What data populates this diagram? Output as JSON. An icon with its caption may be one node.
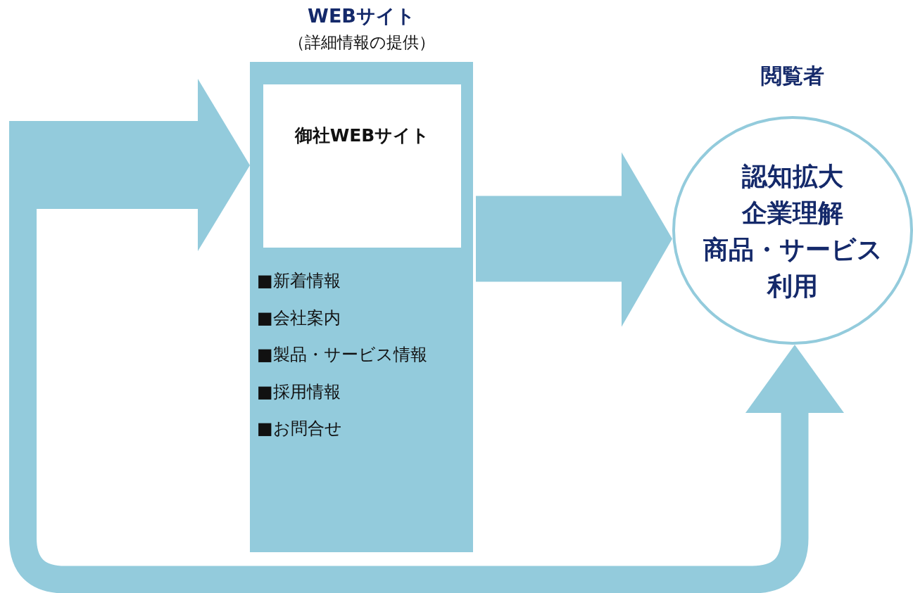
{
  "diagram": {
    "nodes": [
      {
        "text": [
          "WEBサイト",
          "（詳細情報の提供）",
          "■新着情報",
          "■会社案内",
          "■製品・サービス情報",
          "■採用情報",
          "■お問合せ"
        ]
      },
      {
        "text": [
          "御社WEBサイト"
        ],
        "in": 0
      },
      {
        "text": [
          "閲覧者",
          "認知拡大",
          "企業理解",
          "商品・サービス",
          "利用"
        ]
      }
    ],
    "edges": [
      {
        "from": 0,
        "to": 2,
        "arrow": "to",
        "style": "thick"
      },
      {
        "from": 0,
        "to": 2,
        "arrow": "both"
      }
    ]
  }
}
